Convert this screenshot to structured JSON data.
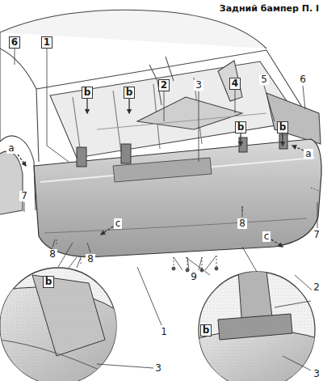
{
  "diagram": {
    "title": "Задний бампер П. I",
    "labels": [
      "6",
      "1",
      "2",
      "3",
      "4",
      "5",
      "6",
      "b",
      "b",
      "b",
      "b",
      "a",
      "a",
      "7",
      "c",
      "c",
      "8",
      "7",
      "8",
      "8",
      "9",
      "1",
      "b",
      "3",
      "2",
      "b",
      "3"
    ]
  }
}
